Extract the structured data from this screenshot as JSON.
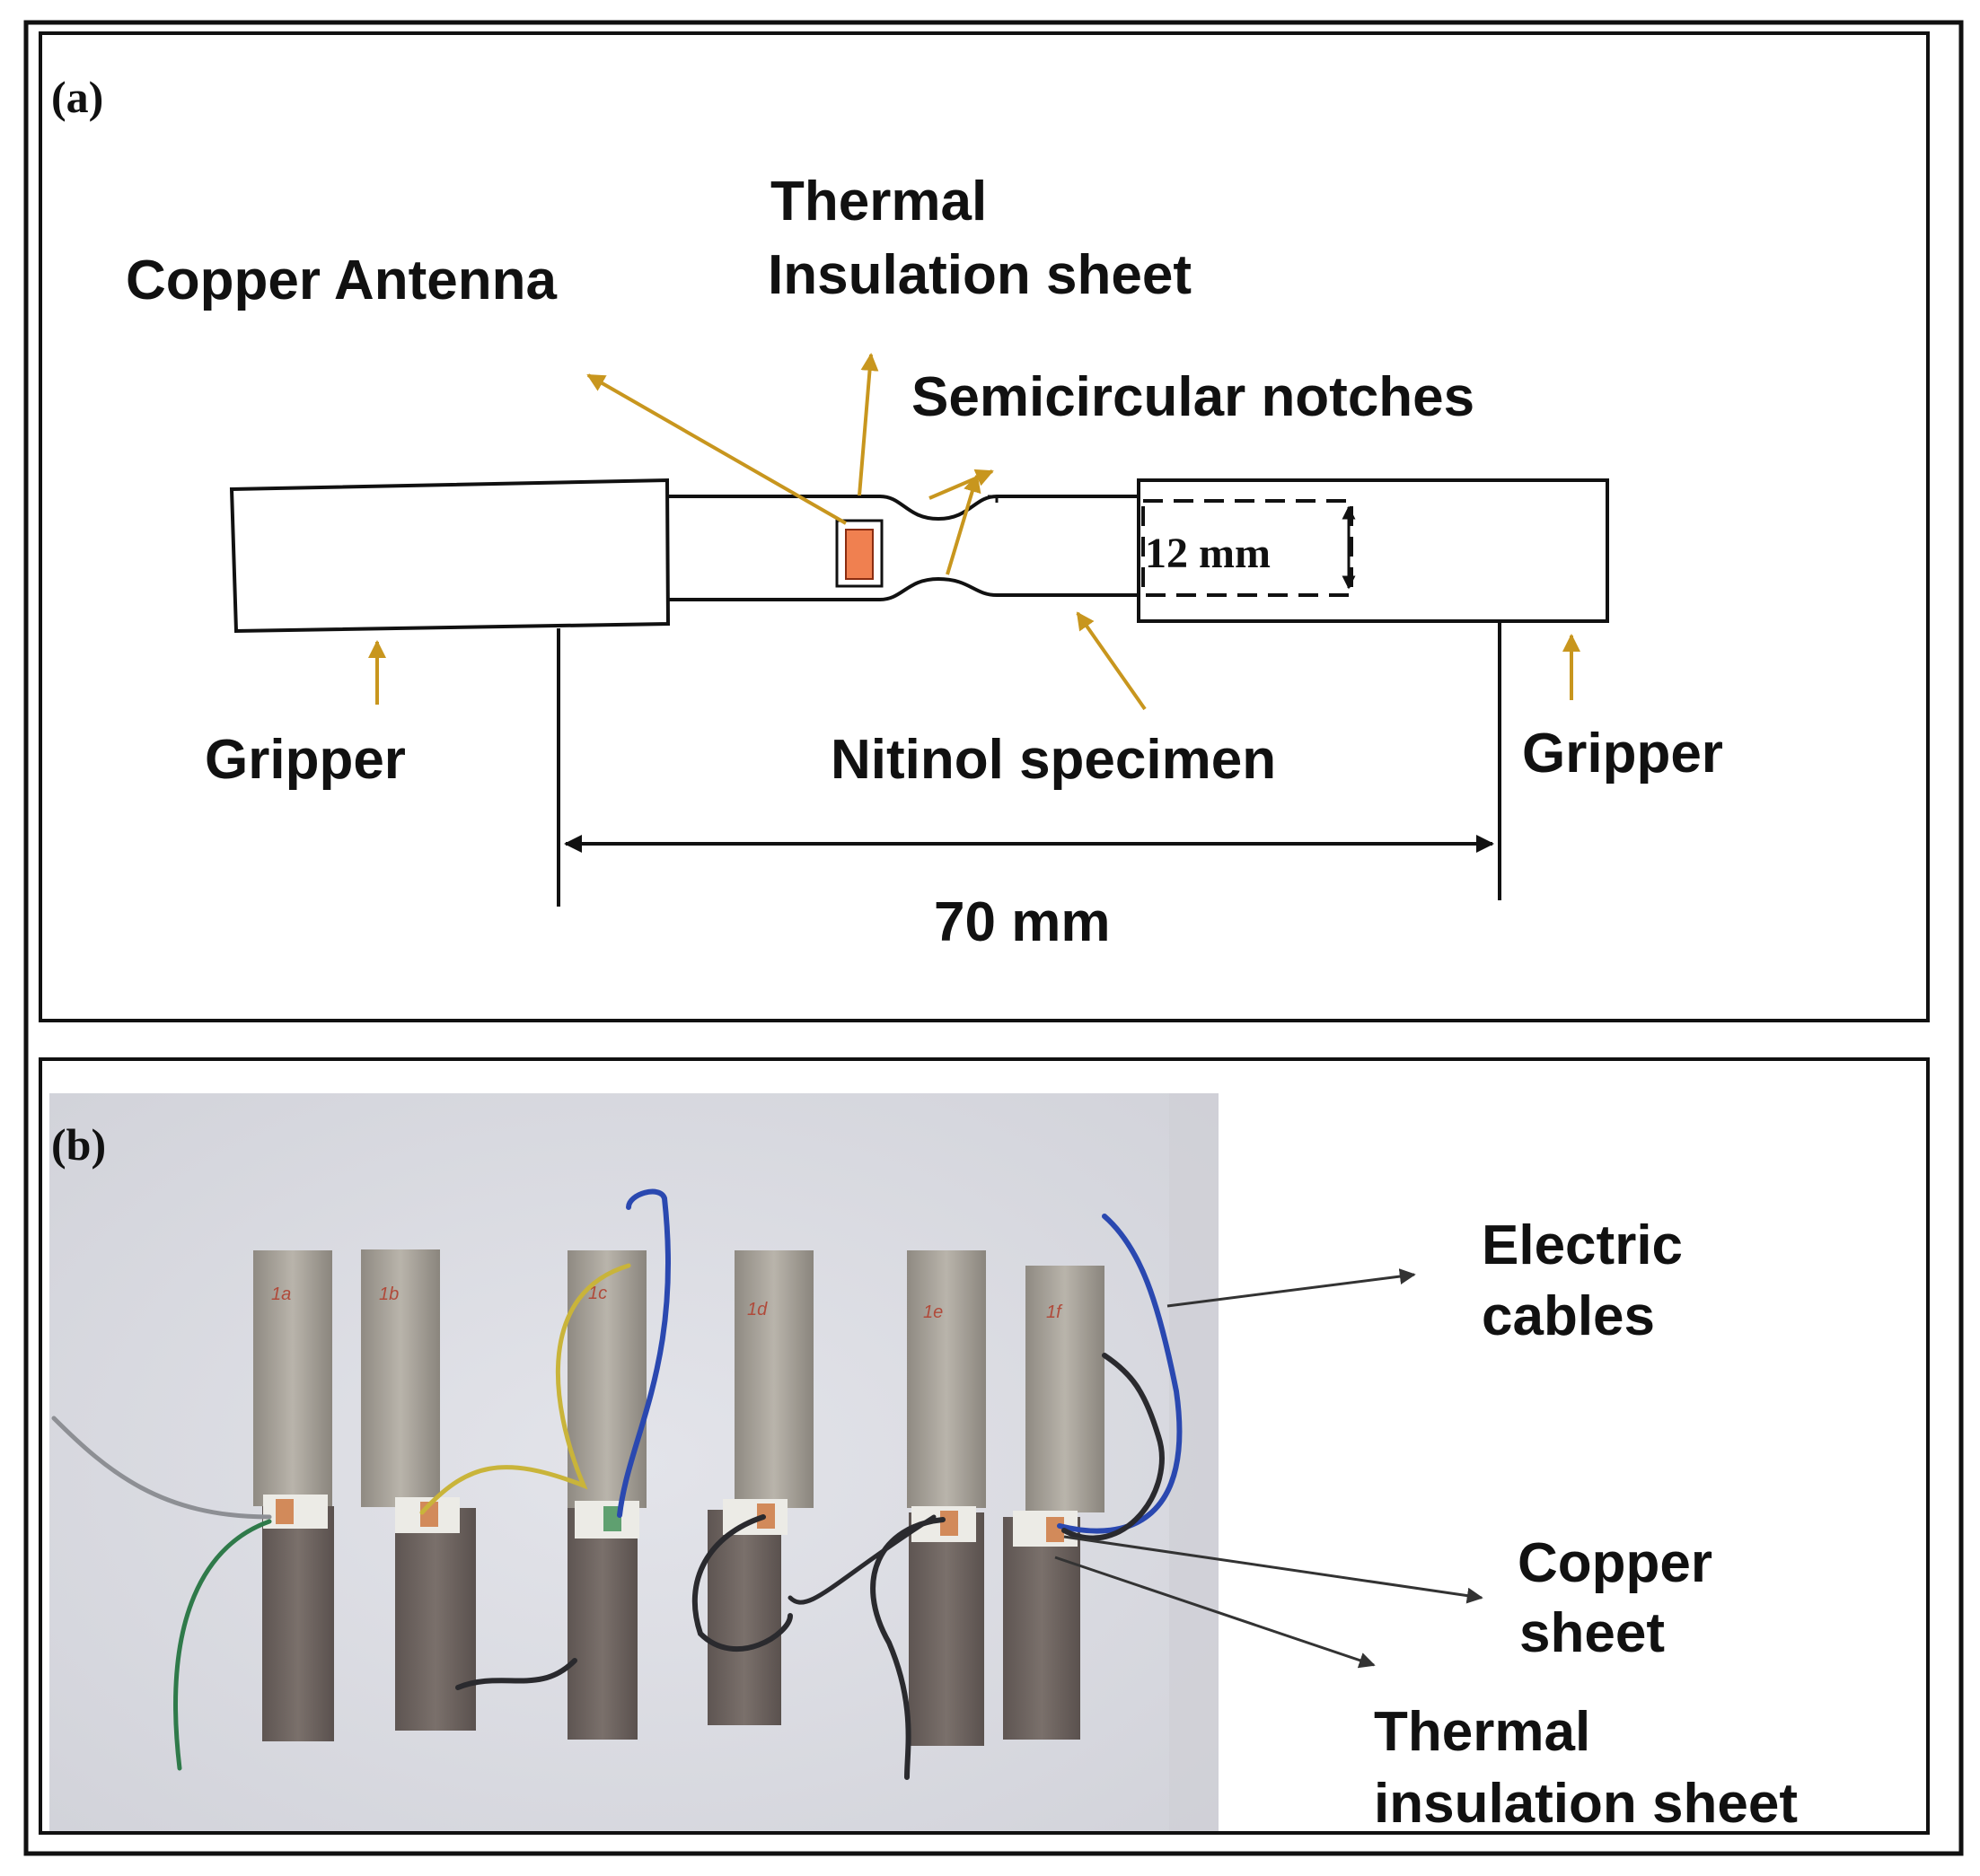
{
  "panel_a": {
    "tag": "(a)",
    "labels": {
      "copper_antenna": "Copper Antenna",
      "thermal_line1": "Thermal",
      "thermal_line2": "Insulation sheet",
      "notches": "Semicircular notches",
      "gripper_left": "Gripper",
      "gripper_right": "Gripper",
      "specimen": "Nitinol specimen",
      "width": "12 mm",
      "length": "70 mm"
    }
  },
  "panel_b": {
    "tag": "(b)",
    "labels": {
      "cables_line1": "Electric",
      "cables_line2": "cables",
      "copper_line1": "Copper",
      "copper_line2": "sheet",
      "thermal_line1": "Thermal",
      "thermal_line2": "insulation sheet"
    },
    "specimen_marks": [
      "1a",
      "1b",
      "1c",
      "1d",
      "1e",
      "1f"
    ]
  },
  "colors": {
    "arrow_yellow": "#c8961e",
    "antenna": "#f08050",
    "metal": "#a8a39a",
    "photo_bg": "#dedfe6",
    "cable_blue": "#2a48b0",
    "cable_yellow": "#c9b43a",
    "cable_green": "#2f7a4a",
    "cable_black": "#2a2a2e"
  }
}
